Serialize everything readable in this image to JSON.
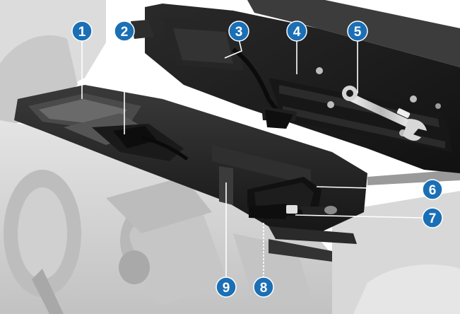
{
  "colors": {
    "callout_fill": "#1b6fb5",
    "leader_line": "#ffffff",
    "ghost_body": "#d2d2d2",
    "under_seat_tray": "#262626",
    "seat_underside": "#1d1d1d"
  },
  "callouts": [
    {
      "id": "1",
      "label": "1"
    },
    {
      "id": "2",
      "label": "2"
    },
    {
      "id": "3",
      "label": "3"
    },
    {
      "id": "4",
      "label": "4"
    },
    {
      "id": "5",
      "label": "5"
    },
    {
      "id": "6",
      "label": "6"
    },
    {
      "id": "7",
      "label": "7"
    },
    {
      "id": "8",
      "label": "8"
    },
    {
      "id": "9",
      "label": "9"
    }
  ]
}
